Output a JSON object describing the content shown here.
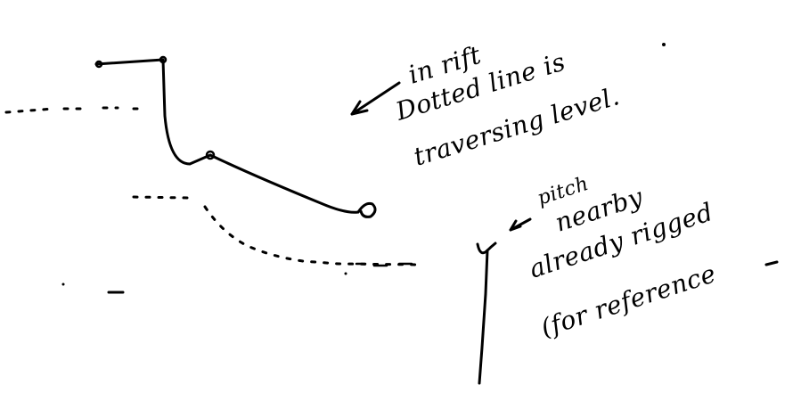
{
  "annotations": {
    "dotted_line_note": {
      "line1": "in rift",
      "line2": "Dotted line is",
      "line3": "traversing level."
    },
    "pitch_note": {
      "line1": "pitch",
      "line2": "nearby",
      "line3": "already rigged",
      "line4": "(for reference"
    }
  }
}
